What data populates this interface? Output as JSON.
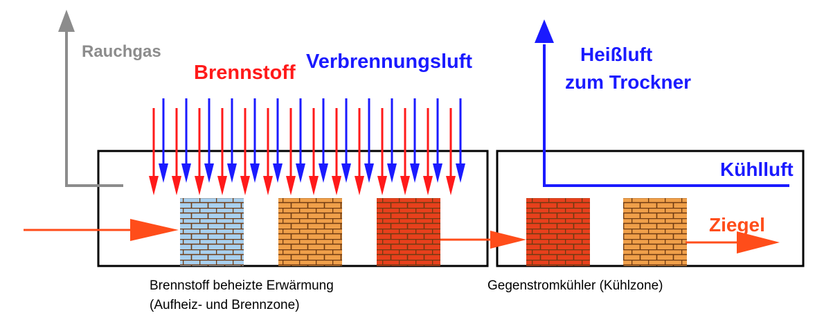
{
  "labels": {
    "rauchgas": "Rauchgas",
    "brennstoff": "Brennstoff",
    "verbrennungsluft": "Verbrennungsluft",
    "heissluft_line1": "Heißluft",
    "heissluft_line2": "zum Trockner",
    "kuehlluft": "Kühlluft",
    "ziegel": "Ziegel"
  },
  "captions": {
    "heating_line1": "Brennstoff beheizte Erwärmung",
    "heating_line2": "(Aufheiz- und Brennzone)",
    "cooler": "Gegenstromkühler (Kühlzone)"
  },
  "colors": {
    "fuel": "#ff1a1a",
    "air": "#1a1aff",
    "flue_gas": "#8c8c8c",
    "product": "#ff4d1a",
    "brick_cold": "#a8d0ef",
    "brick_warm": "#f0a04a",
    "brick_hot": "#e8401c",
    "brick_mortar": "#6e3a12",
    "outline": "#000000"
  }
}
